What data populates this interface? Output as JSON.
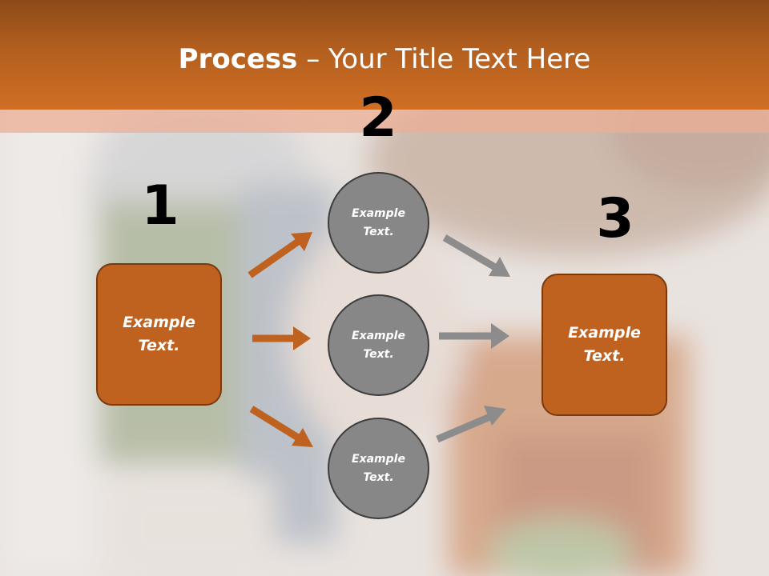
{
  "slide": {
    "title_bold": "Process",
    "title_separator": " – ",
    "title_rest": "Your Title Text Here"
  },
  "steps": {
    "step1_number": "1",
    "step2_number": "2",
    "step3_number": "3"
  },
  "nodes": {
    "box1_text": "Example Text.",
    "circle1_text": "Example Text.",
    "circle2_text": "Example Text.",
    "circle3_text": "Example Text.",
    "box3_text": "Example Text."
  },
  "colors": {
    "header_orange": "#d06f24",
    "box_fill": "#c0621f",
    "box_border": "#7a3a10",
    "circle_fill": "#878787",
    "orange_arrow": "#c0621f",
    "gray_arrow": "#8c8c8c"
  }
}
